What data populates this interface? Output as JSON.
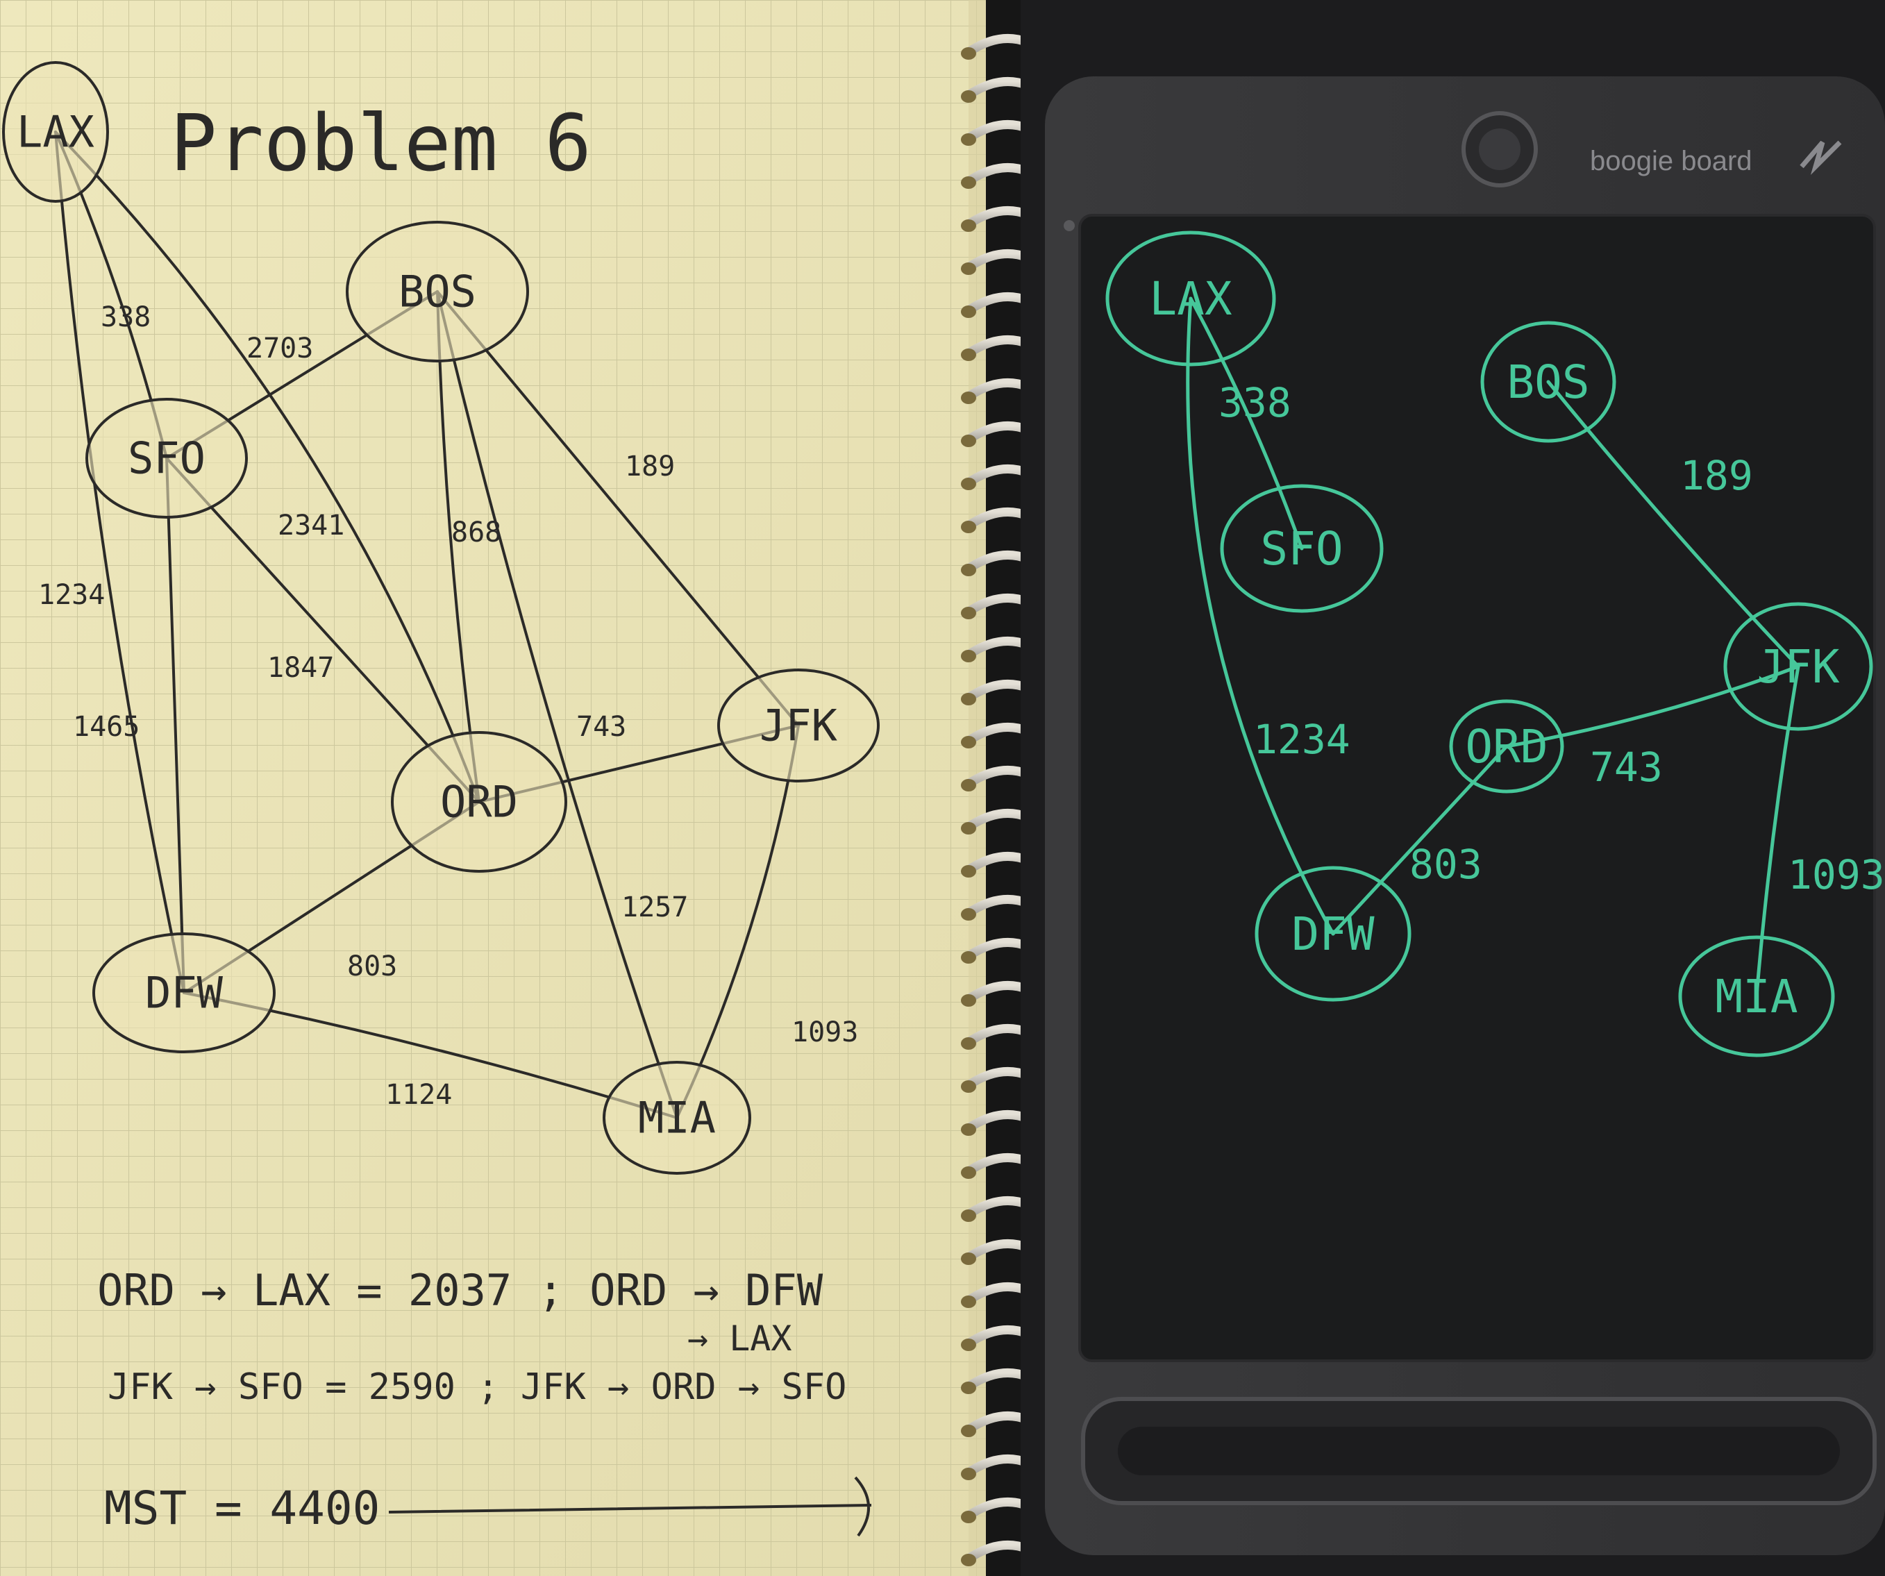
{
  "notebook": {
    "title": "Problem 6",
    "nodes": [
      {
        "id": "LAX",
        "label": "LAX"
      },
      {
        "id": "BOS",
        "label": "BOS"
      },
      {
        "id": "SFO",
        "label": "SFO"
      },
      {
        "id": "JFK",
        "label": "JFK"
      },
      {
        "id": "ORD",
        "label": "ORD"
      },
      {
        "id": "DFW",
        "label": "DFW"
      },
      {
        "id": "MIA",
        "label": "MIA"
      }
    ],
    "edges": [
      {
        "from": "LAX",
        "to": "SFO",
        "weight": "338"
      },
      {
        "from": "SFO",
        "to": "BOS",
        "weight": "2703"
      },
      {
        "from": "BOS",
        "to": "JFK",
        "weight": "189"
      },
      {
        "from": "LAX",
        "to": "ORD",
        "weight": "2341"
      },
      {
        "from": "BOS",
        "to": "ORD",
        "weight": "868"
      },
      {
        "from": "LAX",
        "to": "DFW",
        "weight": "1234"
      },
      {
        "from": "SFO",
        "to": "ORD",
        "weight": "1847"
      },
      {
        "from": "SFO",
        "to": "DFW",
        "weight": "1465"
      },
      {
        "from": "ORD",
        "to": "JFK",
        "weight": "743"
      },
      {
        "from": "BOS",
        "to": "MIA",
        "weight": "1257"
      },
      {
        "from": "DFW",
        "to": "ORD",
        "weight": "803"
      },
      {
        "from": "JFK",
        "to": "MIA",
        "weight": "1093"
      },
      {
        "from": "DFW",
        "to": "MIA",
        "weight": "1124"
      }
    ],
    "notes": {
      "line1": "ORD → LAX = 2037 ; ORD → DFW",
      "line1b": "→ LAX",
      "line2": "JFK → SFO = 2590 ; JFK → ORD → SFO",
      "line3": "MST = 4400"
    }
  },
  "boogie_board": {
    "brand": "boogie board",
    "nodes": [
      {
        "id": "LAX",
        "label": "LAX"
      },
      {
        "id": "BOS",
        "label": "BOS"
      },
      {
        "id": "SFO",
        "label": "SFO"
      },
      {
        "id": "JFK",
        "label": "JFK"
      },
      {
        "id": "ORD",
        "label": "ORD"
      },
      {
        "id": "DFW",
        "label": "DFW"
      },
      {
        "id": "MIA",
        "label": "MIA"
      }
    ],
    "edges": [
      {
        "from": "LAX",
        "to": "SFO",
        "weight": "338"
      },
      {
        "from": "BOS",
        "to": "JFK",
        "weight": "189"
      },
      {
        "from": "LAX",
        "to": "DFW",
        "weight": "1234"
      },
      {
        "from": "ORD",
        "to": "JFK",
        "weight": "743"
      },
      {
        "from": "DFW",
        "to": "ORD",
        "weight": "803"
      },
      {
        "from": "JFK",
        "to": "MIA",
        "weight": "1093"
      }
    ]
  },
  "colors": {
    "paper": "#ece5b8",
    "grid": "#c9c49a",
    "pencil": "#2b2a28",
    "board": "#1a1b1c",
    "board_ink": "#46c79a",
    "frame": "#3d3d3f"
  }
}
